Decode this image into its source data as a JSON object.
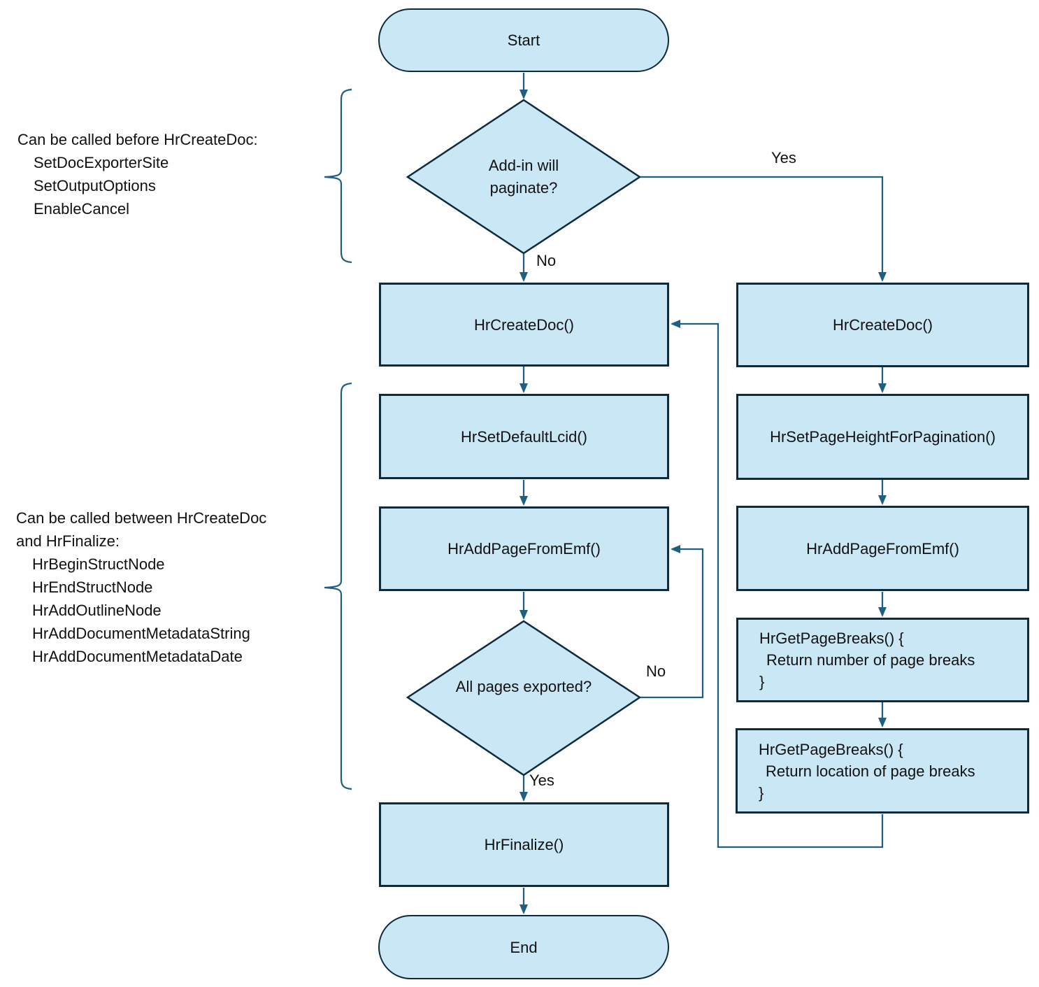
{
  "colors": {
    "node_fill": "#CAE7F5",
    "node_border": "#0E2B3D",
    "connector": "#1F5F82",
    "text": "#111111"
  },
  "nodes": {
    "start": "Start",
    "decision_paginate": "Add-in will paginate?",
    "left_create_doc": "HrCreateDoc()",
    "set_default_lcid": "HrSetDefaultLcid()",
    "left_add_page_from_emf": "HrAddPageFromEmf()",
    "decision_all_exported": "All pages exported?",
    "finalize": "HrFinalize()",
    "end": "End",
    "right_create_doc": "HrCreateDoc()",
    "set_page_height": "HrSetPageHeightForPagination()",
    "right_add_page_from_emf": "HrAddPageFromEmf()",
    "get_page_breaks_number": {
      "lines": [
        "HrGetPageBreaks() {",
        "Return number of page breaks",
        "}"
      ]
    },
    "get_page_breaks_location": {
      "lines": [
        "HrGetPageBreaks() {",
        "Return location of page breaks",
        "}"
      ]
    }
  },
  "edge_labels": {
    "paginate_yes": "Yes",
    "paginate_no": "No",
    "exported_no": "No",
    "exported_yes": "Yes"
  },
  "annotations": {
    "before": {
      "heading": "Can be called before HrCreateDoc:",
      "items": [
        "SetDocExporterSite",
        "SetOutputOptions",
        "EnableCancel"
      ]
    },
    "between": {
      "heading": "Can be called between HrCreateDoc and HrFinalize:",
      "items": [
        "HrBeginStructNode",
        "HrEndStructNode",
        "HrAddOutlineNode",
        "HrAddDocumentMetadataString",
        "HrAddDocumentMetadataDate"
      ]
    }
  }
}
